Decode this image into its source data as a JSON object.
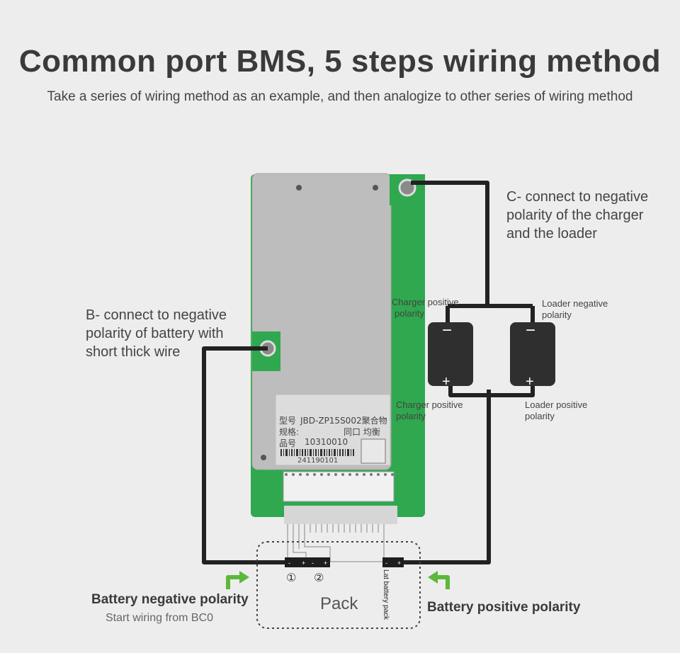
{
  "title": "Common port BMS, 5 steps wiring method",
  "subtitle": "Take a series of wiring method as an example, and then analogize to other series of wiring method",
  "notes": {
    "c_minus": [
      "C- connect to negative",
      "polarity of the charger",
      "and the loader"
    ],
    "b_minus": [
      "B- connect to negative",
      "polarity of battery with",
      "short thick wire"
    ]
  },
  "charger": {
    "positive_top": [
      "Charger positive",
      "polarity"
    ],
    "positive_bottom": [
      "Charger positive",
      "polarity"
    ]
  },
  "loader": {
    "negative": [
      "Loader negative",
      "polarity"
    ],
    "positive": [
      "Loader positive",
      "polarity"
    ]
  },
  "battery_negative": "Battery negative polarity",
  "start_wiring": "Start wiring from BC0",
  "battery_positive": "Battery positive polarity",
  "pack": "Pack",
  "last_pack": "Lat battery pack",
  "cell_numbers": [
    "①",
    "②"
  ],
  "pcb": {
    "model_key": "型号",
    "model_val": "JBD-ZP15S002聚合物",
    "spec_key": "规格:",
    "spec_val": "同口 均衡",
    "part_key": "品号",
    "part_val": "10310010",
    "barcode": "241190101"
  },
  "colors": {
    "wire": "#222222",
    "pcb_green": "#2fa84f",
    "heatsink": "#b9b9b9",
    "arrow": "#5cb83c",
    "battery": "#2f2f2f"
  }
}
